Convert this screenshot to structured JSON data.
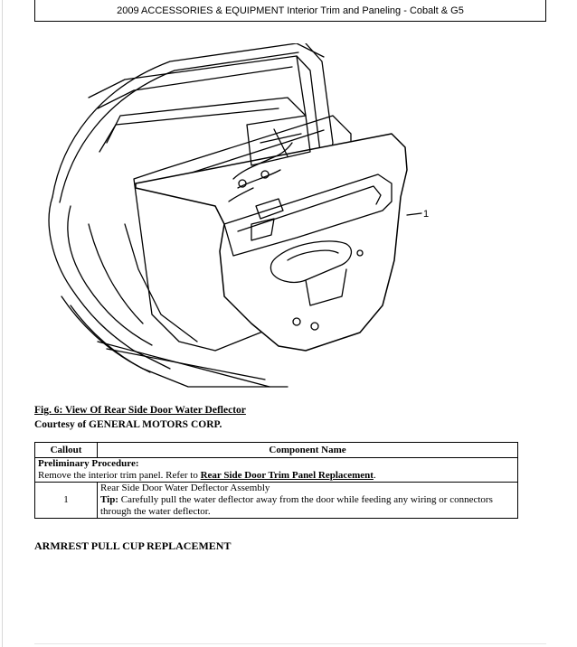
{
  "header": {
    "title": "2009 ACCESSORIES & EQUIPMENT Interior Trim and Paneling - Cobalt & G5"
  },
  "figure": {
    "callout_label": "1"
  },
  "caption": {
    "title": "Fig. 6: View Of Rear Side Door Water Deflector",
    "courtesy": "Courtesy of GENERAL MOTORS CORP."
  },
  "table": {
    "headers": [
      "Callout",
      "Component Name"
    ],
    "preliminary_label": "Preliminary Procedure:",
    "preliminary_text": "Remove the interior trim panel. Refer to ",
    "preliminary_link": "Rear Side Door Trim Panel Replacement",
    "preliminary_end": ".",
    "rows": [
      {
        "callout": "1",
        "name": "Rear Side Door Water Deflector Assembly",
        "tip_label": "Tip:",
        "tip_text": " Carefully pull the water deflector away from the door while feeding any wiring or connectors through the water deflector."
      }
    ]
  },
  "section": {
    "heading": "ARMREST PULL CUP REPLACEMENT"
  }
}
